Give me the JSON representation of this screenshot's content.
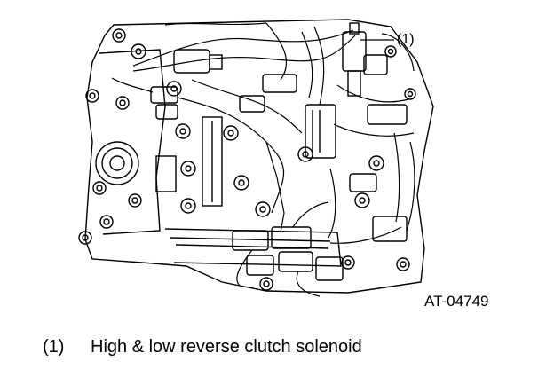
{
  "diagram": {
    "callout_number": "(1)",
    "figure_id": "AT-04749",
    "legend": [
      {
        "number": "(1)",
        "text": "High & low reverse clutch solenoid"
      }
    ]
  }
}
